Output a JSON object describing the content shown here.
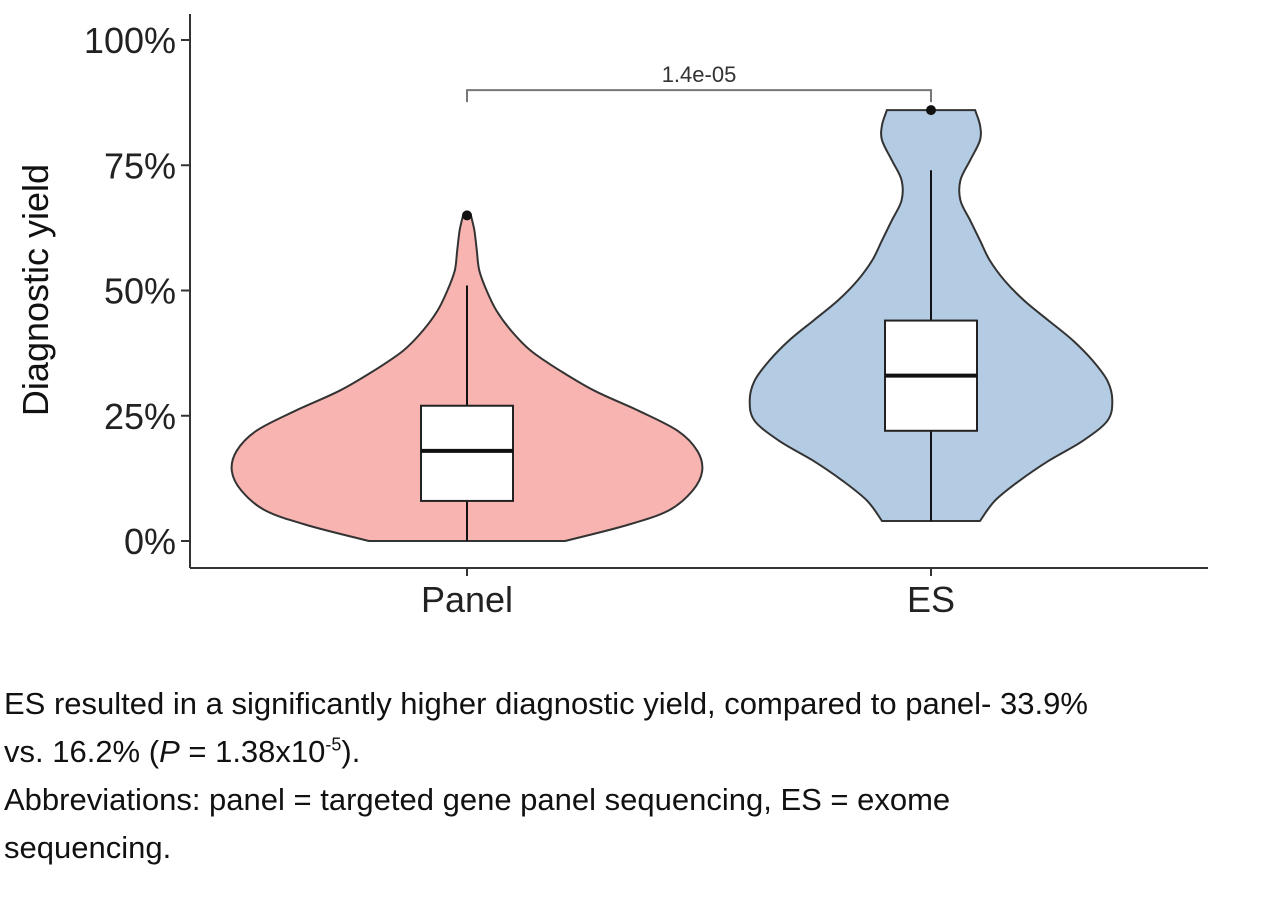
{
  "chart_data": {
    "type": "violin",
    "xlabel": "",
    "ylabel": "Diagnostic yield",
    "ylim": [
      0,
      100
    ],
    "yticks": [
      0,
      25,
      50,
      75,
      100
    ],
    "ytick_labels": [
      "0%",
      "25%",
      "50%",
      "75%",
      "100%"
    ],
    "categories": [
      "Panel",
      "ES"
    ],
    "colors": {
      "Panel": "#f8b4b0",
      "ES": "#b3cbe3"
    },
    "groups": [
      {
        "name": "Panel",
        "min": 0,
        "q1": 8,
        "median": 18,
        "q3": 27,
        "whisker_high": 51,
        "outliers": [
          65
        ],
        "density_y": [
          0,
          3,
          6,
          10,
          14,
          18,
          22,
          26,
          30,
          34,
          38,
          42,
          46,
          50,
          54,
          58,
          62,
          65
        ],
        "density_w": [
          0.2,
          0.32,
          0.41,
          0.46,
          0.48,
          0.47,
          0.43,
          0.35,
          0.26,
          0.19,
          0.13,
          0.09,
          0.06,
          0.04,
          0.025,
          0.02,
          0.015,
          0.008
        ]
      },
      {
        "name": "ES",
        "min": 4,
        "q1": 22,
        "median": 33,
        "q3": 44,
        "whisker_high": 74,
        "outliers": [
          86
        ],
        "density_y": [
          4,
          8,
          12,
          16,
          20,
          24,
          28,
          32,
          36,
          40,
          44,
          48,
          52,
          56,
          60,
          64,
          68,
          72,
          76,
          80,
          83,
          86
        ],
        "density_w": [
          0.1,
          0.13,
          0.18,
          0.24,
          0.31,
          0.36,
          0.37,
          0.36,
          0.33,
          0.29,
          0.24,
          0.19,
          0.15,
          0.12,
          0.1,
          0.08,
          0.06,
          0.06,
          0.08,
          0.1,
          0.1,
          0.09
        ]
      }
    ],
    "annotation": {
      "from": "Panel",
      "to": "ES",
      "y": 90,
      "label": "1.4e-05"
    },
    "grid": false,
    "legend": "none"
  },
  "caption": {
    "line1": "ES resulted in a significantly higher diagnostic yield, compared to panel- 33.9%",
    "line2_prefix": "vs. 16.2% (",
    "line2_p": "P",
    "line2_eq": " = 1.38x10",
    "line2_exp": "-5",
    "line2_suffix": ").",
    "line3": "Abbreviations: panel = targeted gene panel sequencing, ES = exome",
    "line4": "sequencing."
  }
}
